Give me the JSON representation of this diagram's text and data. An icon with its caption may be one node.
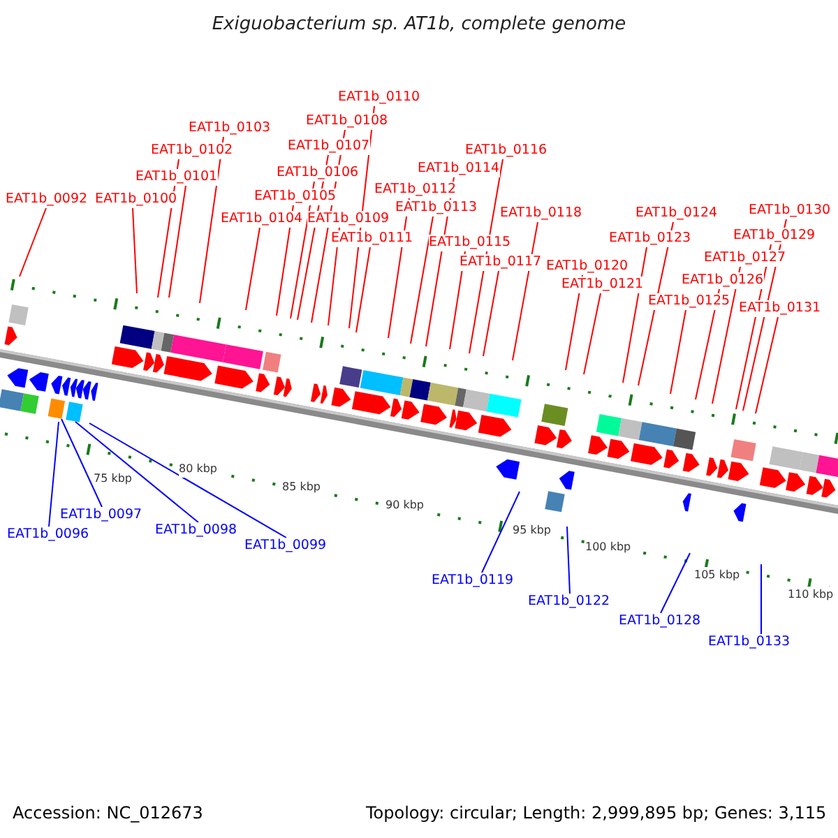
{
  "diagram": {
    "title": "Exiguobacterium sp. AT1b, complete genome",
    "nodes": [
      {
        "text": [
          "EAT1b_0092"
        ]
      },
      {
        "text": [
          "EAT1b_0100"
        ]
      },
      {
        "text": [
          "EAT1b_0101"
        ]
      },
      {
        "text": [
          "EAT1b_0102"
        ]
      },
      {
        "text": [
          "EAT1b_0103"
        ]
      },
      {
        "text": [
          "EAT1b_0104"
        ]
      },
      {
        "text": [
          "EAT1b_0105"
        ]
      },
      {
        "text": [
          "EAT1b_0106"
        ]
      },
      {
        "text": [
          "EAT1b_0107"
        ]
      },
      {
        "text": [
          "EAT1b_0108"
        ]
      },
      {
        "text": [
          "EAT1b_0109"
        ]
      },
      {
        "text": [
          "EAT1b_0110"
        ]
      },
      {
        "text": [
          "EAT1b_0111"
        ]
      },
      {
        "text": [
          "EAT1b_0112"
        ]
      },
      {
        "text": [
          "EAT1b_0113"
        ]
      },
      {
        "text": [
          "EAT1b_0114"
        ]
      },
      {
        "text": [
          "EAT1b_0115"
        ]
      },
      {
        "text": [
          "EAT1b_0116"
        ]
      },
      {
        "text": [
          "EAT1b_0117"
        ]
      },
      {
        "text": [
          "EAT1b_0118"
        ]
      },
      {
        "text": [
          "EAT1b_0120"
        ]
      },
      {
        "text": [
          "EAT1b_0121"
        ]
      },
      {
        "text": [
          "EAT1b_0123"
        ]
      },
      {
        "text": [
          "EAT1b_0124"
        ]
      },
      {
        "text": [
          "EAT1b_0125"
        ]
      },
      {
        "text": [
          "EAT1b_0126"
        ]
      },
      {
        "text": [
          "EAT1b_0127"
        ]
      },
      {
        "text": [
          "EAT1b_0129"
        ]
      },
      {
        "text": [
          "EAT1b_0130"
        ]
      },
      {
        "text": [
          "EAT1b_0131"
        ]
      },
      {
        "text": [
          "EAT1b_0096"
        ]
      },
      {
        "text": [
          "EAT1b_0097"
        ]
      },
      {
        "text": [
          "EAT1b_0098"
        ]
      },
      {
        "text": [
          "EAT1b_0099"
        ]
      },
      {
        "text": [
          "EAT1b_0119"
        ]
      },
      {
        "text": [
          "EAT1b_0122"
        ]
      },
      {
        "text": [
          "EAT1b_0128"
        ]
      },
      {
        "text": [
          "EAT1b_0133"
        ]
      }
    ],
    "edges": [
      {
        "from": 0,
        "to": null,
        "arrow": "none"
      },
      {
        "from": 1,
        "to": null,
        "arrow": "none"
      },
      {
        "from": 2,
        "to": null,
        "arrow": "none"
      },
      {
        "from": 3,
        "to": null,
        "arrow": "none"
      },
      {
        "from": 4,
        "to": null,
        "arrow": "none"
      },
      {
        "from": 5,
        "to": null,
        "arrow": "none"
      },
      {
        "from": 6,
        "to": null,
        "arrow": "none"
      },
      {
        "from": 7,
        "to": null,
        "arrow": "none"
      },
      {
        "from": 8,
        "to": null,
        "arrow": "none"
      },
      {
        "from": 9,
        "to": null,
        "arrow": "none"
      },
      {
        "from": 10,
        "to": null,
        "arrow": "none"
      },
      {
        "from": 11,
        "to": null,
        "arrow": "none"
      },
      {
        "from": 12,
        "to": null,
        "arrow": "none"
      },
      {
        "from": 13,
        "to": null,
        "arrow": "none"
      },
      {
        "from": 14,
        "to": null,
        "arrow": "none"
      },
      {
        "from": 15,
        "to": null,
        "arrow": "none"
      },
      {
        "from": 16,
        "to": null,
        "arrow": "none"
      },
      {
        "from": 17,
        "to": null,
        "arrow": "none"
      },
      {
        "from": 18,
        "to": null,
        "arrow": "none"
      },
      {
        "from": 19,
        "to": null,
        "arrow": "none"
      },
      {
        "from": 20,
        "to": null,
        "arrow": "none"
      },
      {
        "from": 21,
        "to": null,
        "arrow": "none"
      },
      {
        "from": 22,
        "to": null,
        "arrow": "none"
      },
      {
        "from": 23,
        "to": null,
        "arrow": "none"
      },
      {
        "from": 24,
        "to": null,
        "arrow": "none"
      },
      {
        "from": 25,
        "to": null,
        "arrow": "none"
      },
      {
        "from": 26,
        "to": null,
        "arrow": "none"
      },
      {
        "from": 27,
        "to": null,
        "arrow": "none"
      },
      {
        "from": 28,
        "to": null,
        "arrow": "none"
      },
      {
        "from": 29,
        "to": null,
        "arrow": "none"
      },
      {
        "from": 30,
        "to": null,
        "arrow": "none",
        "color": "#0000ff"
      },
      {
        "from": 31,
        "to": null,
        "arrow": "none",
        "color": "#0000ff"
      },
      {
        "from": 32,
        "to": null,
        "arrow": "none",
        "color": "#0000ff"
      },
      {
        "from": 33,
        "to": null,
        "arrow": "none",
        "color": "#0000ff"
      },
      {
        "from": 34,
        "to": null,
        "arrow": "none",
        "color": "#0000ff"
      },
      {
        "from": 35,
        "to": null,
        "arrow": "none",
        "color": "#0000ff"
      },
      {
        "from": 36,
        "to": null,
        "arrow": "none",
        "color": "#0000ff"
      },
      {
        "from": 37,
        "to": null,
        "arrow": "none",
        "color": "#0000ff"
      }
    ],
    "labels": [
      "75 kbp",
      "80 kbp",
      "85 kbp",
      "90 kbp",
      "95 kbp",
      "100 kbp",
      "105 kbp",
      "110 kbp",
      "Accession: NC_012673",
      "Topology: circular; Length: 2,999,895 bp; Genes: 3,115"
    ]
  }
}
